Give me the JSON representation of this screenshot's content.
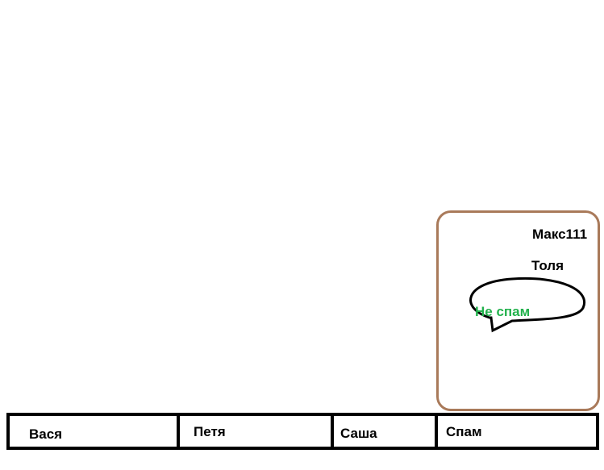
{
  "panel": {
    "users": [
      "Макс111",
      "Толя"
    ],
    "bubble_text": "Не спам",
    "border_color": "#a97a5a",
    "bubble_text_color": "#22b14c"
  },
  "tabs": [
    {
      "label": "Вася"
    },
    {
      "label": "Петя"
    },
    {
      "label": "Саша"
    },
    {
      "label": "Спам"
    }
  ]
}
